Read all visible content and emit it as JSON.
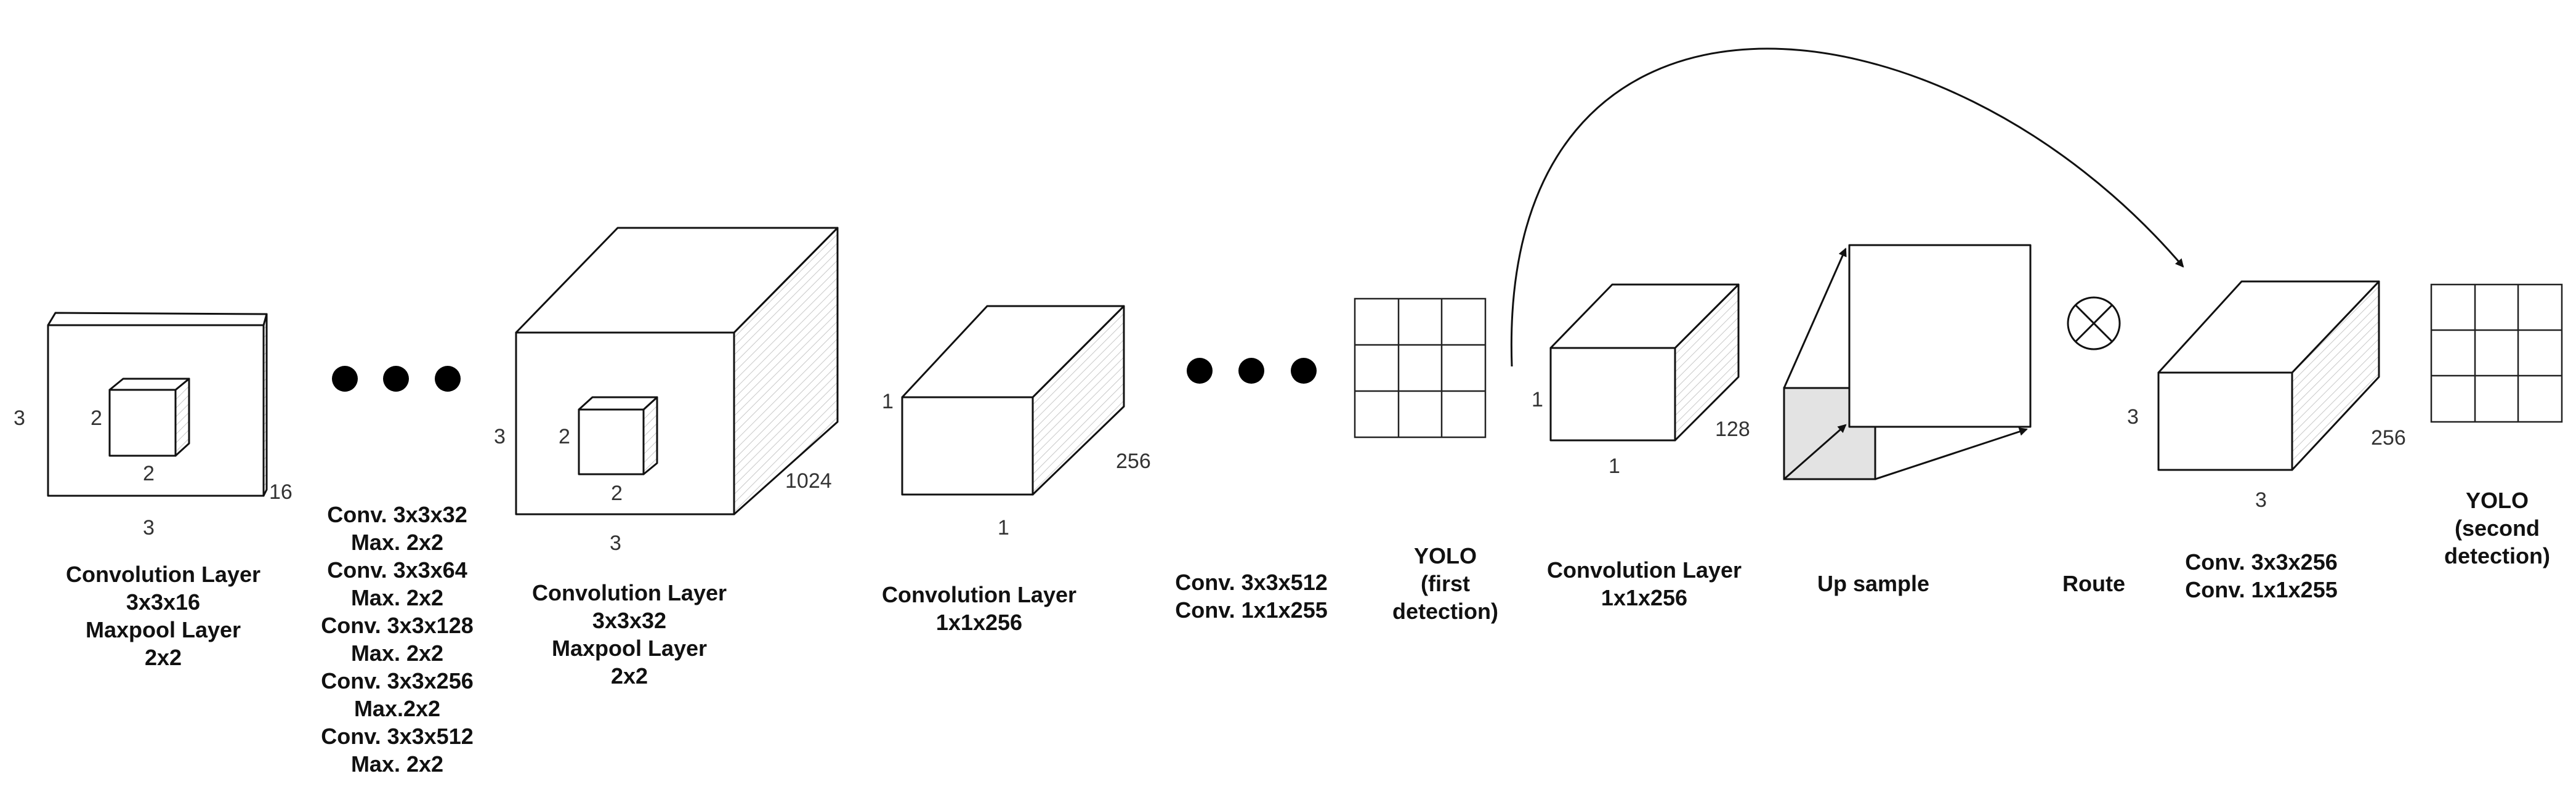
{
  "layer1": {
    "dims": {
      "left": "3",
      "inner_left": "2",
      "inner_bottom": "2",
      "depth": "16",
      "bottom": "3"
    },
    "caption": [
      "Convolution Layer",
      "3x3x16",
      "Maxpool Layer",
      "2x2"
    ]
  },
  "hidden_layers": {
    "caption": [
      "Conv. 3x3x32",
      "Max. 2x2",
      "Conv. 3x3x64",
      "Max. 2x2",
      "Conv. 3x3x128",
      "Max. 2x2",
      "Conv. 3x3x256",
      "Max.2x2",
      "Conv. 3x3x512",
      "Max. 2x2"
    ]
  },
  "layer2": {
    "dims": {
      "left": "3",
      "inner_left": "2",
      "inner_bottom": "2",
      "depth": "1024",
      "bottom": "3"
    },
    "caption": [
      "Convolution Layer",
      "3x3x32",
      "Maxpool Layer",
      "2x2"
    ]
  },
  "layer3": {
    "dims": {
      "left": "1",
      "depth": "256",
      "bottom": "1"
    },
    "caption": [
      "Convolution Layer",
      "1x1x256"
    ]
  },
  "conv_block": {
    "caption": [
      "Conv. 3x3x512",
      "Conv. 1x1x255"
    ]
  },
  "yolo1": {
    "caption": [
      "YOLO",
      "(first",
      "detection)"
    ]
  },
  "layer4": {
    "dims": {
      "left": "1",
      "depth": "128",
      "bottom": "1"
    },
    "caption": [
      "Convolution Layer",
      "1x1x256"
    ]
  },
  "upsample": {
    "caption": [
      "Up sample"
    ]
  },
  "route": {
    "caption": [
      "Route"
    ]
  },
  "layer5": {
    "dims": {
      "left": "3",
      "depth": "256",
      "bottom": "3"
    },
    "caption": [
      "Conv. 3x3x256",
      "Conv. 1x1x255"
    ]
  },
  "yolo2": {
    "caption": [
      "YOLO",
      "(second",
      "detection)"
    ]
  },
  "icons": [
    "ellipsis-icon",
    "grid-icon",
    "route-otimes-icon",
    "arrow-icon"
  ]
}
